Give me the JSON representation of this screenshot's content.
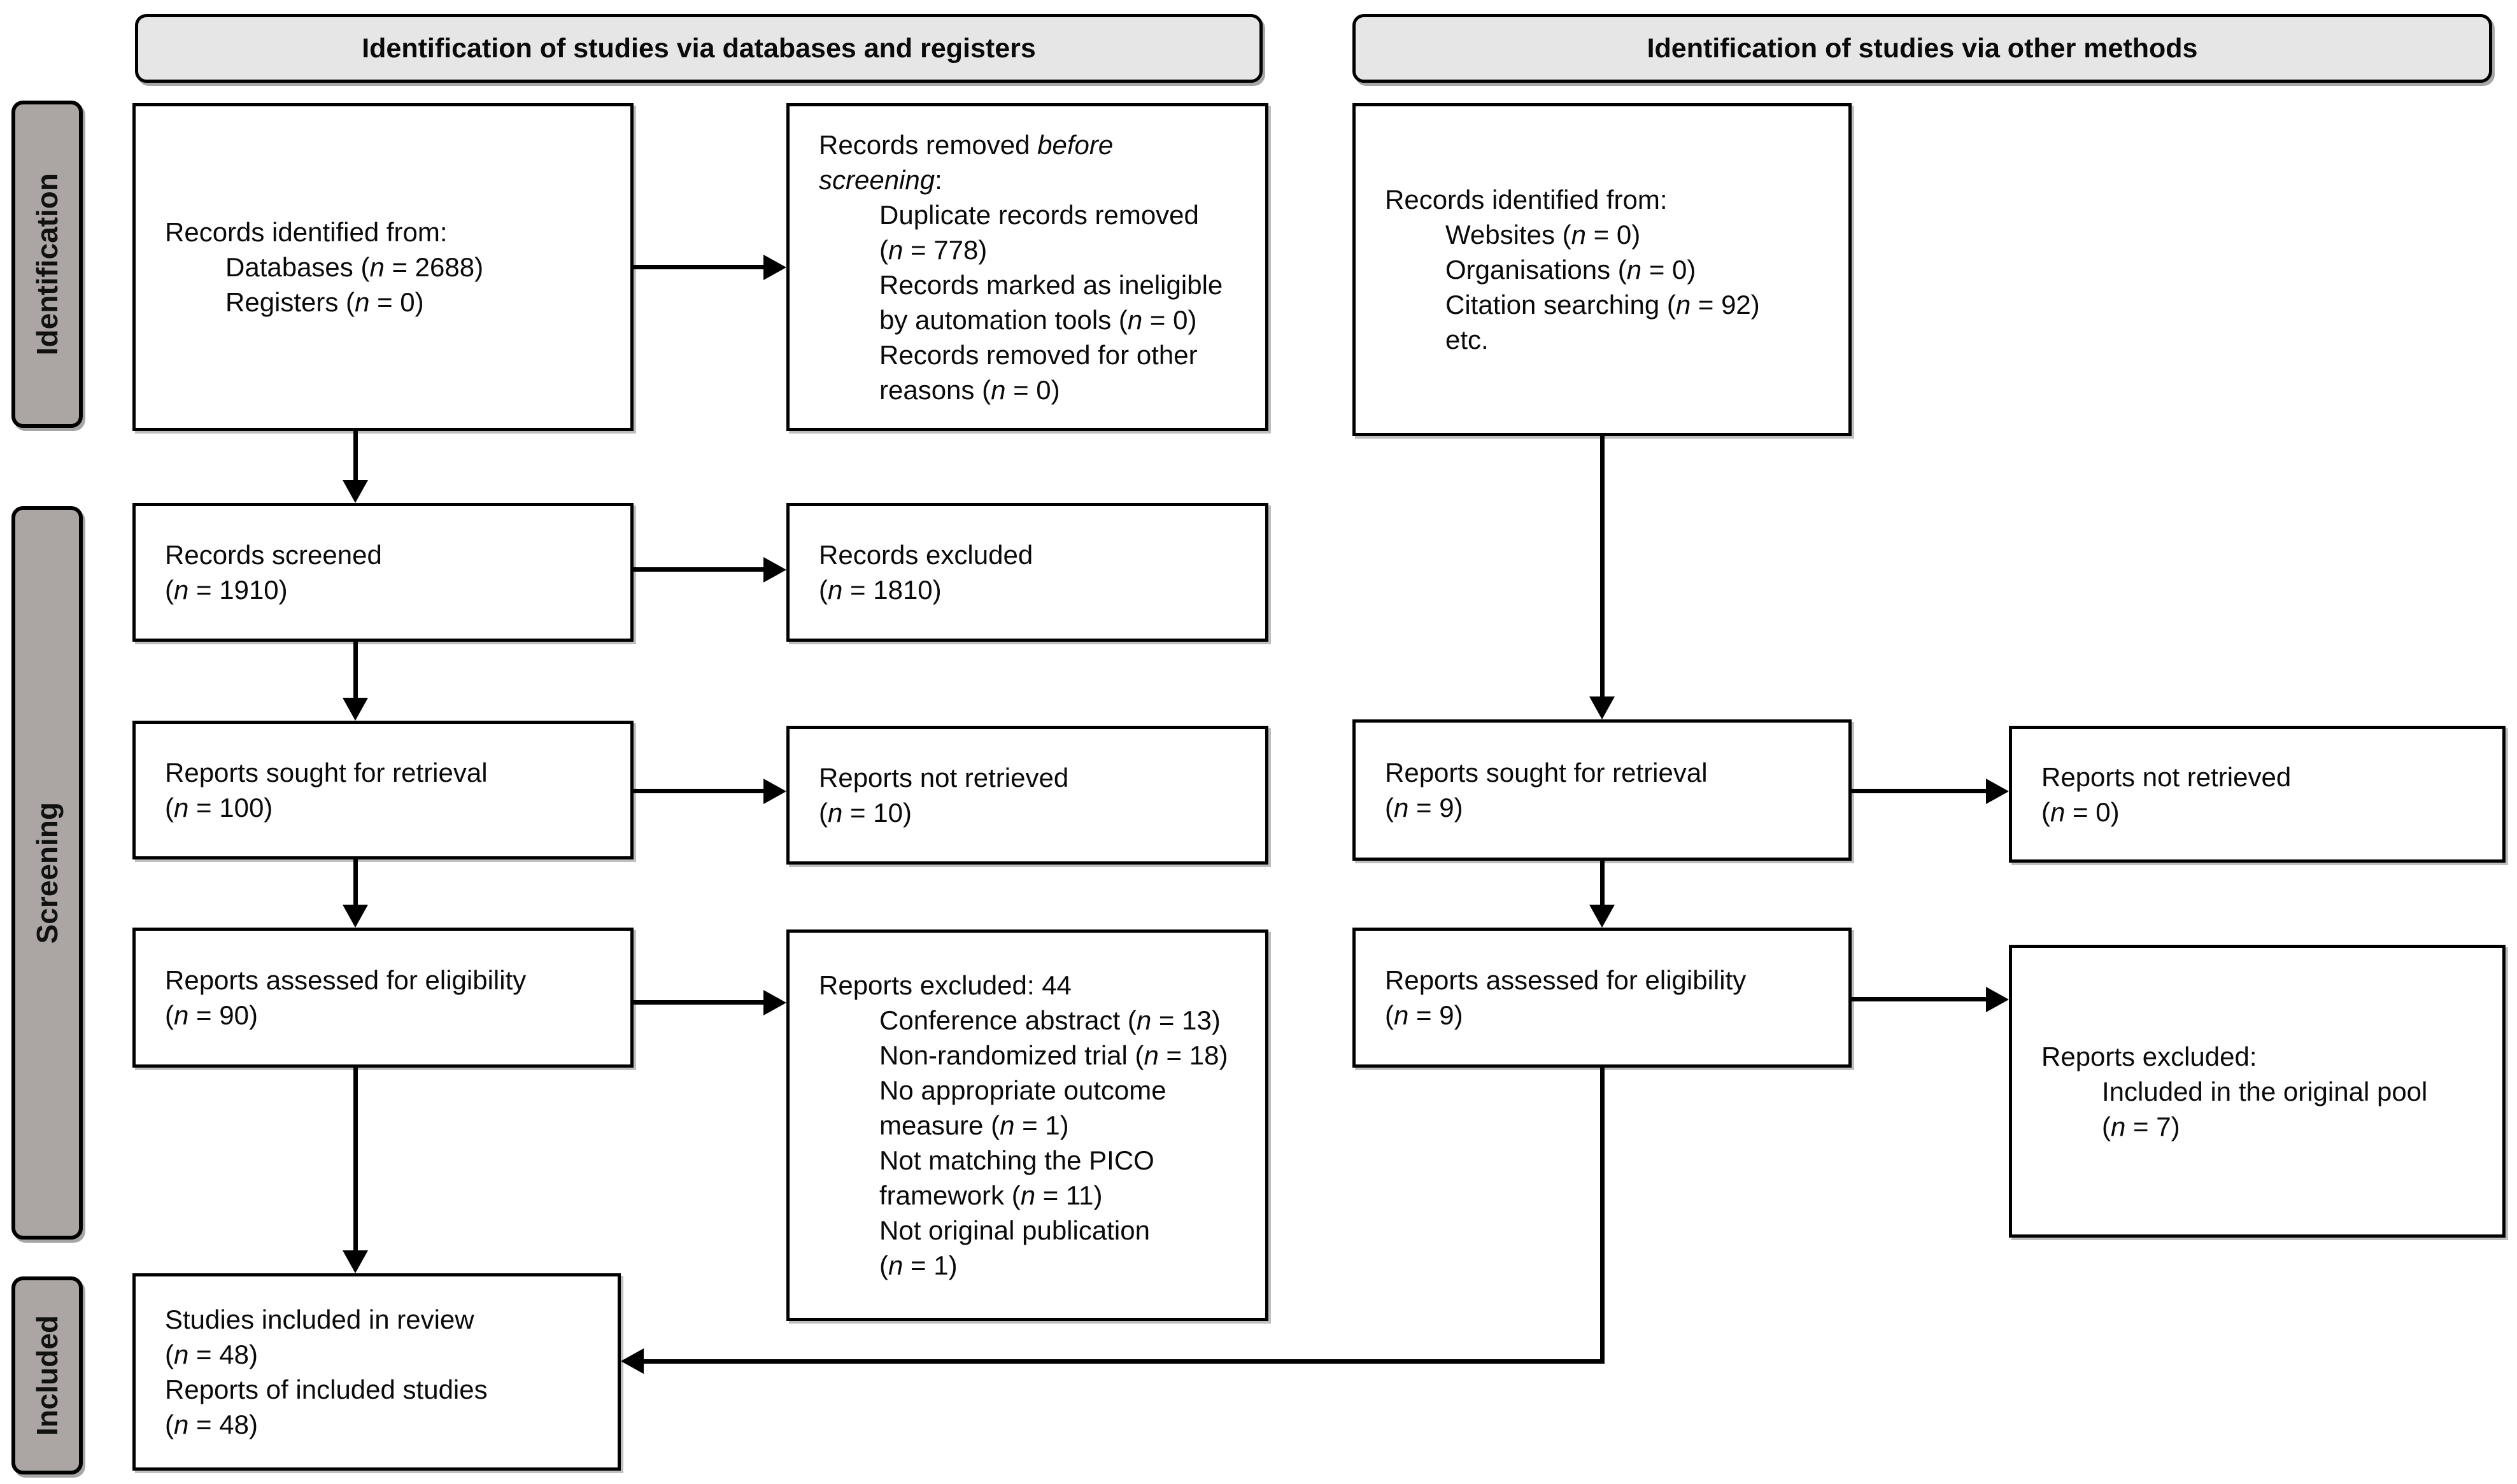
{
  "banners": {
    "databases_registers": "Identification of studies via databases and registers",
    "other_methods": "Identification of studies via other methods"
  },
  "stages": {
    "identification": "Identification",
    "screening": "Screening",
    "included": "Included"
  },
  "boxes": {
    "records_identified_db": {
      "lines": [
        {
          "ind": 0,
          "t": "Records identified from:"
        },
        {
          "ind": 1,
          "t": "Databases (*n* = 2688)"
        },
        {
          "ind": 1,
          "t": "Registers (*n* = 0)"
        }
      ]
    },
    "records_removed_before_screening": {
      "lines": [
        {
          "ind": 0,
          "t": "Records removed *before*"
        },
        {
          "ind": 0,
          "t": "*screening*:"
        },
        {
          "ind": 1,
          "t": "Duplicate records removed"
        },
        {
          "ind": 1,
          "t": "(*n* = 778)"
        },
        {
          "ind": 1,
          "t": "Records marked as ineligible"
        },
        {
          "ind": 1,
          "t": "by automation tools (*n* = 0)"
        },
        {
          "ind": 1,
          "t": "Records removed for other"
        },
        {
          "ind": 1,
          "t": "reasons (*n* = 0)"
        }
      ]
    },
    "records_screened": {
      "lines": [
        {
          "ind": 0,
          "t": "Records screened"
        },
        {
          "ind": 0,
          "t": "(*n* = 1910)"
        }
      ]
    },
    "records_excluded": {
      "lines": [
        {
          "ind": 0,
          "t": "Records excluded"
        },
        {
          "ind": 0,
          "t": "(*n* = 1810)"
        }
      ]
    },
    "reports_sought_db": {
      "lines": [
        {
          "ind": 0,
          "t": "Reports sought for retrieval"
        },
        {
          "ind": 0,
          "t": "(*n* = 100)"
        }
      ]
    },
    "reports_not_retrieved_db": {
      "lines": [
        {
          "ind": 0,
          "t": "Reports not retrieved"
        },
        {
          "ind": 0,
          "t": "(*n* = 10)"
        }
      ]
    },
    "reports_assessed_db": {
      "lines": [
        {
          "ind": 0,
          "t": "Reports assessed for eligibility"
        },
        {
          "ind": 0,
          "t": "(*n* = 90)"
        }
      ]
    },
    "reports_excluded_db": {
      "lines": [
        {
          "ind": 0,
          "t": "Reports excluded: 44"
        },
        {
          "ind": 1,
          "t": "Conference abstract (*n* = 13)"
        },
        {
          "ind": 1,
          "t": "Non-randomized trial (*n* = 18)"
        },
        {
          "ind": 1,
          "t": "No appropriate outcome"
        },
        {
          "ind": 1,
          "t": "measure (*n* = 1)"
        },
        {
          "ind": 1,
          "t": "Not matching the PICO"
        },
        {
          "ind": 1,
          "t": "framework (*n* = 11)"
        },
        {
          "ind": 1,
          "t": "Not original publication"
        },
        {
          "ind": 1,
          "t": "(*n* = 1)"
        }
      ]
    },
    "studies_included": {
      "lines": [
        {
          "ind": 0,
          "t": "Studies included in review"
        },
        {
          "ind": 0,
          "t": "(*n* = 48)"
        },
        {
          "ind": 0,
          "t": "Reports of included studies"
        },
        {
          "ind": 0,
          "t": "(*n* = 48)"
        }
      ]
    },
    "records_identified_other": {
      "lines": [
        {
          "ind": 0,
          "t": "Records identified from:"
        },
        {
          "ind": 1,
          "t": "Websites (*n* = 0)"
        },
        {
          "ind": 1,
          "t": "Organisations (*n* = 0)"
        },
        {
          "ind": 1,
          "t": "Citation searching (*n* = 92)"
        },
        {
          "ind": 1,
          "t": "etc."
        }
      ]
    },
    "reports_sought_other": {
      "lines": [
        {
          "ind": 0,
          "t": "Reports sought for retrieval"
        },
        {
          "ind": 0,
          "t": "(*n* = 9)"
        }
      ]
    },
    "reports_not_retrieved_other": {
      "lines": [
        {
          "ind": 0,
          "t": "Reports not retrieved"
        },
        {
          "ind": 0,
          "t": "(*n* = 0)"
        }
      ]
    },
    "reports_assessed_other": {
      "lines": [
        {
          "ind": 0,
          "t": "Reports assessed for eligibility"
        },
        {
          "ind": 0,
          "t": "(*n* = 9)"
        }
      ]
    },
    "reports_excluded_other": {
      "lines": [
        {
          "ind": 0,
          "t": "Reports excluded:"
        },
        {
          "ind": 1,
          "t": "Included in the original pool"
        },
        {
          "ind": 1,
          "t": "(*n* = 7)"
        }
      ]
    }
  }
}
